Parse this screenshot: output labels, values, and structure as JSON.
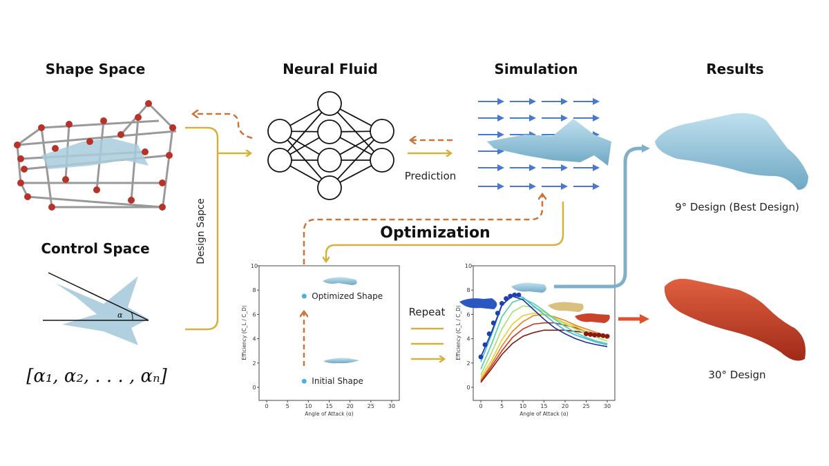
{
  "titles": {
    "shape_space": "Shape Space",
    "neural_fluid": "Neural Fluid",
    "simulation": "Simulation",
    "results": "Results",
    "control_space": "Control Space"
  },
  "labels": {
    "design_space": "Design Sapce",
    "prediction": "Prediction",
    "optimization": "Optimization",
    "repeat": "Repeat",
    "alpha": "α",
    "control_vector": "[α₁, α₂, . . . , αₙ]",
    "result_best": "9° Design (Best Design)",
    "result_30": "30° Design"
  },
  "colors": {
    "yellow": "#d4b23a",
    "orange_dashed": "#c8743a",
    "blue_arrow": "#4a78d0",
    "teal_arrow": "#7fb0c8",
    "red_arrow": "#e0502a",
    "wing_blue": "#9cc8dc",
    "wing_red": "#c8432a",
    "node_red": "#b8322a"
  },
  "chart_data": [
    {
      "type": "scatter",
      "title": "",
      "xlabel": "Angle of Attack (α)",
      "ylabel": "Efficiency (C_L / C_D)",
      "xlim": [
        -1,
        31
      ],
      "ylim": [
        -1,
        10
      ],
      "xticks": [
        "0",
        "5",
        "10",
        "15",
        "20",
        "25",
        "30"
      ],
      "yticks": [
        "0",
        "2",
        "4",
        "6",
        "8",
        "10"
      ],
      "points": [
        {
          "label": "Optimized Shape",
          "x": 9,
          "y": 7.5
        },
        {
          "label": "Initial Shape",
          "x": 9,
          "y": 0.5
        }
      ]
    },
    {
      "type": "line",
      "xlabel": "Angle of Attack (α)",
      "ylabel": "Efficiency (C_L / C_D)",
      "xlim": [
        -1,
        31
      ],
      "ylim": [
        -1,
        10
      ],
      "xticks": [
        "0",
        "5",
        "10",
        "15",
        "20",
        "25",
        "30"
      ],
      "yticks": [
        "0",
        "2",
        "4",
        "6",
        "8",
        "10"
      ],
      "x": [
        0,
        2.5,
        5,
        7.5,
        10,
        12.5,
        15,
        17.5,
        20,
        22.5,
        25,
        27.5,
        30
      ],
      "series": [
        {
          "name": "dark-red",
          "color": "#7a1a10",
          "values": [
            0.4,
            1.5,
            2.7,
            3.6,
            4.2,
            4.5,
            4.7,
            4.7,
            4.7,
            4.6,
            4.5,
            4.3,
            4.2
          ]
        },
        {
          "name": "red",
          "color": "#c8321e",
          "values": [
            0.5,
            1.7,
            3.0,
            4.1,
            4.8,
            5.2,
            5.3,
            5.3,
            5.1,
            4.9,
            4.6,
            4.4,
            4.2
          ]
        },
        {
          "name": "orange",
          "color": "#e8801e",
          "values": [
            0.6,
            1.9,
            3.4,
            4.6,
            5.4,
            5.9,
            6.0,
            5.8,
            5.5,
            5.1,
            4.8,
            4.5,
            4.2
          ]
        },
        {
          "name": "yellow",
          "color": "#e8d02a",
          "values": [
            0.8,
            2.2,
            3.9,
            5.2,
            5.9,
            6.1,
            6.0,
            5.7,
            5.3,
            5.0,
            4.6,
            4.3,
            4.0
          ]
        },
        {
          "name": "light-green",
          "color": "#a8e070",
          "values": [
            1.0,
            2.8,
            4.8,
            6.2,
            6.7,
            6.6,
            6.2,
            5.7,
            5.2,
            4.8,
            4.4,
            4.1,
            3.8
          ]
        },
        {
          "name": "green",
          "color": "#50d0a0",
          "values": [
            1.5,
            3.5,
            5.8,
            7.0,
            7.3,
            6.9,
            6.3,
            5.6,
            5.0,
            4.5,
            4.1,
            3.8,
            3.6
          ]
        },
        {
          "name": "cyan",
          "color": "#30b8e8",
          "values": [
            2.1,
            4.3,
            6.7,
            7.6,
            7.4,
            6.7,
            6.0,
            5.3,
            4.7,
            4.3,
            4.0,
            3.7,
            3.5
          ]
        },
        {
          "name": "blue",
          "color": "#1a2a9a",
          "values": [
            2.5,
            4.5,
            6.8,
            7.5,
            7.2,
            6.4,
            5.6,
            4.9,
            4.4,
            4.0,
            3.7,
            3.5,
            3.35
          ]
        }
      ],
      "scatter_blue": {
        "x": [
          0,
          1,
          2,
          3,
          4,
          5,
          6,
          7,
          8,
          9
        ],
        "y": [
          2.5,
          3.5,
          4.4,
          5.3,
          6.1,
          6.9,
          7.3,
          7.5,
          7.6,
          7.6
        ]
      },
      "scatter_red": {
        "x": [
          25,
          26,
          27,
          28,
          29,
          30
        ],
        "y": [
          4.4,
          4.35,
          4.3,
          4.3,
          4.25,
          4.2
        ]
      }
    }
  ]
}
